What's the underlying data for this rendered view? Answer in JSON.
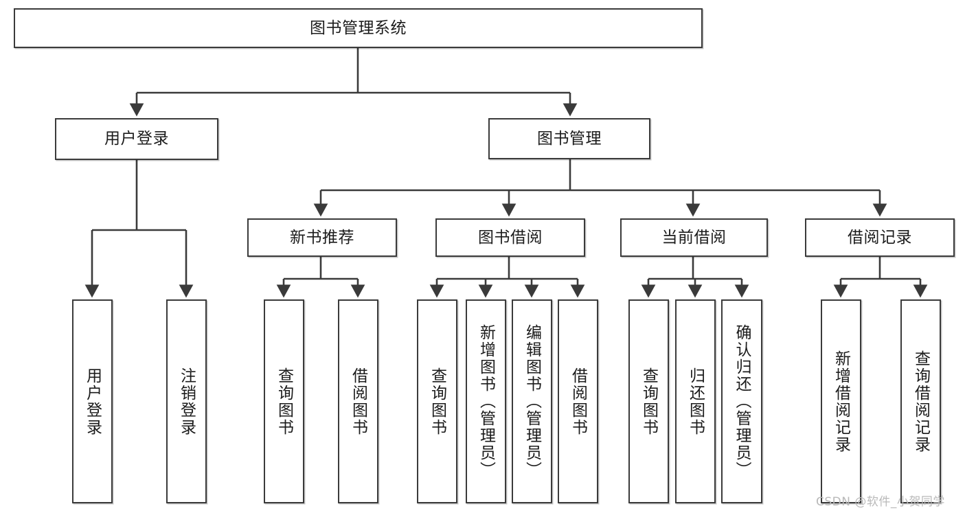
{
  "diagram": {
    "type": "tree",
    "title": "图书管理系统",
    "watermark": "CSDN @软件_小贺同学",
    "colors": {
      "box_border": "#3a3a3a",
      "box_fill": "#ffffff",
      "text": "#1b1b1b",
      "edge": "#3a3a3a",
      "watermark": "#b9b9b9"
    },
    "nodes": {
      "root": {
        "label": "图书管理系统"
      },
      "level1": [
        {
          "id": "user-login",
          "label": "用户登录"
        },
        {
          "id": "book-manage",
          "label": "图书管理"
        }
      ],
      "level2": [
        {
          "id": "new-book-recommend",
          "label": "新书推荐"
        },
        {
          "id": "book-borrow",
          "label": "图书借阅"
        },
        {
          "id": "current-borrow",
          "label": "当前借阅"
        },
        {
          "id": "borrow-record",
          "label": "借阅记录"
        }
      ],
      "leaves": {
        "user_login": [
          {
            "id": "leaf-user-login",
            "label": "用户登录"
          },
          {
            "id": "leaf-logout-login",
            "label": "注销登录"
          }
        ],
        "new_book_recommend": [
          {
            "id": "leaf-query-book-1",
            "label": "查询图书"
          },
          {
            "id": "leaf-borrow-book-1",
            "label": "借阅图书"
          }
        ],
        "book_borrow": [
          {
            "id": "leaf-query-book-2",
            "label": "查询图书"
          },
          {
            "id": "leaf-add-book",
            "label": "新增图书（管理员）"
          },
          {
            "id": "leaf-edit-book",
            "label": "编辑图书（管理员）"
          },
          {
            "id": "leaf-borrow-book-2",
            "label": "借阅图书"
          }
        ],
        "current_borrow": [
          {
            "id": "leaf-query-book-3",
            "label": "查询图书"
          },
          {
            "id": "leaf-return-book",
            "label": "归还图书"
          },
          {
            "id": "leaf-confirm-return",
            "label": "确认归还（管理员）"
          }
        ],
        "borrow_record": [
          {
            "id": "leaf-add-borrow-record",
            "label": "新增借阅记录"
          },
          {
            "id": "leaf-query-borrow-record",
            "label": "查询借阅记录"
          }
        ]
      }
    }
  }
}
